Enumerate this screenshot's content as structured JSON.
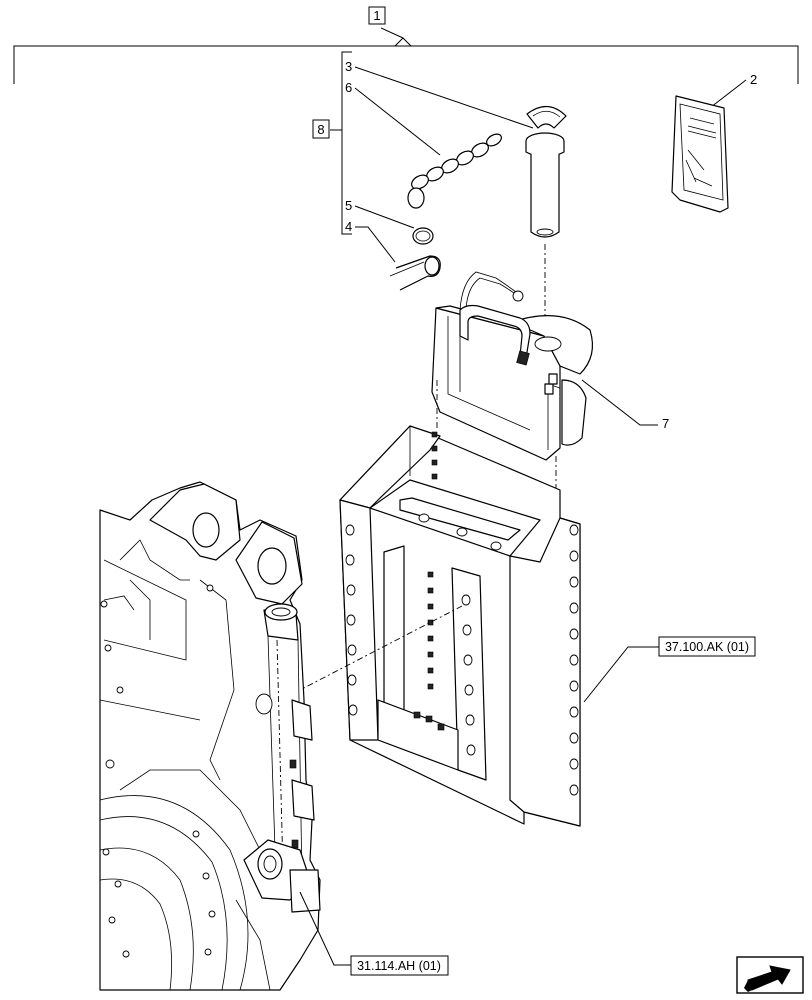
{
  "callouts": {
    "assembly": "1",
    "kit": "8",
    "p2": "2",
    "p3": "3",
    "p4": "4",
    "p5": "5",
    "p6": "6",
    "p7": "7"
  },
  "references": {
    "drawbar_frame": "37.100.AK (01)",
    "rear_housing": "31.114.AH (01)"
  },
  "icons": {
    "nav": "next-page-arrow-icon"
  }
}
